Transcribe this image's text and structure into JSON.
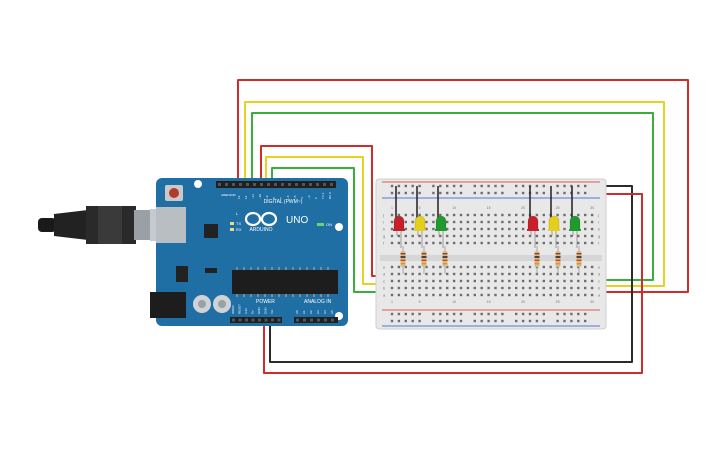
{
  "board": {
    "brand": "ARDUINO",
    "model": "UNO",
    "digital_label": "DIGITAL (PWM~)",
    "power_label": "POWER",
    "analog_label": "ANALOG IN",
    "on_label": "ON",
    "tx_label": "TX",
    "rx_label": "RX",
    "l_label": "L",
    "aref_label": "AREF",
    "gnd_label": "GND",
    "digital_pins": [
      "13",
      "12",
      "~11",
      "~10",
      "~9",
      "8",
      "7",
      "~6",
      "~5",
      "4",
      "~3",
      "2",
      "TX 1",
      "RX 0"
    ],
    "power_pins": [
      "IOREF",
      "RESET",
      "3.3V",
      "5V",
      "GND",
      "GND",
      "Vin"
    ],
    "analog_pins": [
      "A0",
      "A1",
      "A2",
      "A3",
      "A4",
      "A5"
    ]
  },
  "breadboard": {
    "row_letters_top": [
      "j",
      "i",
      "h",
      "g",
      "f"
    ],
    "row_letters_bottom": [
      "e",
      "d",
      "c",
      "b",
      "a"
    ],
    "column_numbers": [
      "1",
      "5",
      "10",
      "15",
      "20",
      "25",
      "30"
    ]
  },
  "leds": {
    "left": [
      {
        "name": "red",
        "color": "#c8202a"
      },
      {
        "name": "yellow",
        "color": "#e6cf1a"
      },
      {
        "name": "green",
        "color": "#1f9a2c"
      }
    ],
    "right": [
      {
        "name": "red",
        "color": "#c8202a"
      },
      {
        "name": "yellow",
        "color": "#e6cf1a"
      },
      {
        "name": "green",
        "color": "#1f9a2c"
      }
    ]
  },
  "wire_colors": {
    "red": "#d02c2c",
    "yellow": "#e6d21f",
    "green": "#3aae3a",
    "black": "#2b2b2b"
  },
  "board_color": "#1f6fa5"
}
